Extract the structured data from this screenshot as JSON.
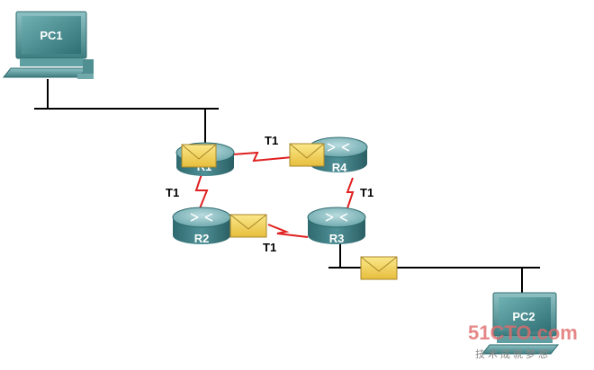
{
  "nodes": {
    "pc1": "PC1",
    "pc2": "PC2",
    "r1": "R1",
    "r2": "R2",
    "r3": "R3",
    "r4": "R4"
  },
  "links": {
    "r1_r4": "T1",
    "r1_r2": "T1",
    "r4_r3": "T1",
    "r2_r3": "T1"
  },
  "watermark": {
    "brand": "51CTO.com",
    "tagline": "技术成就梦想"
  },
  "colors": {
    "router_body": "#3f7f84",
    "router_top": "#8fc0c4",
    "pc_body": "#4f8f92",
    "serial_link": "#e02020",
    "ethernet": "#000000",
    "envelope": "#f2d35a"
  }
}
